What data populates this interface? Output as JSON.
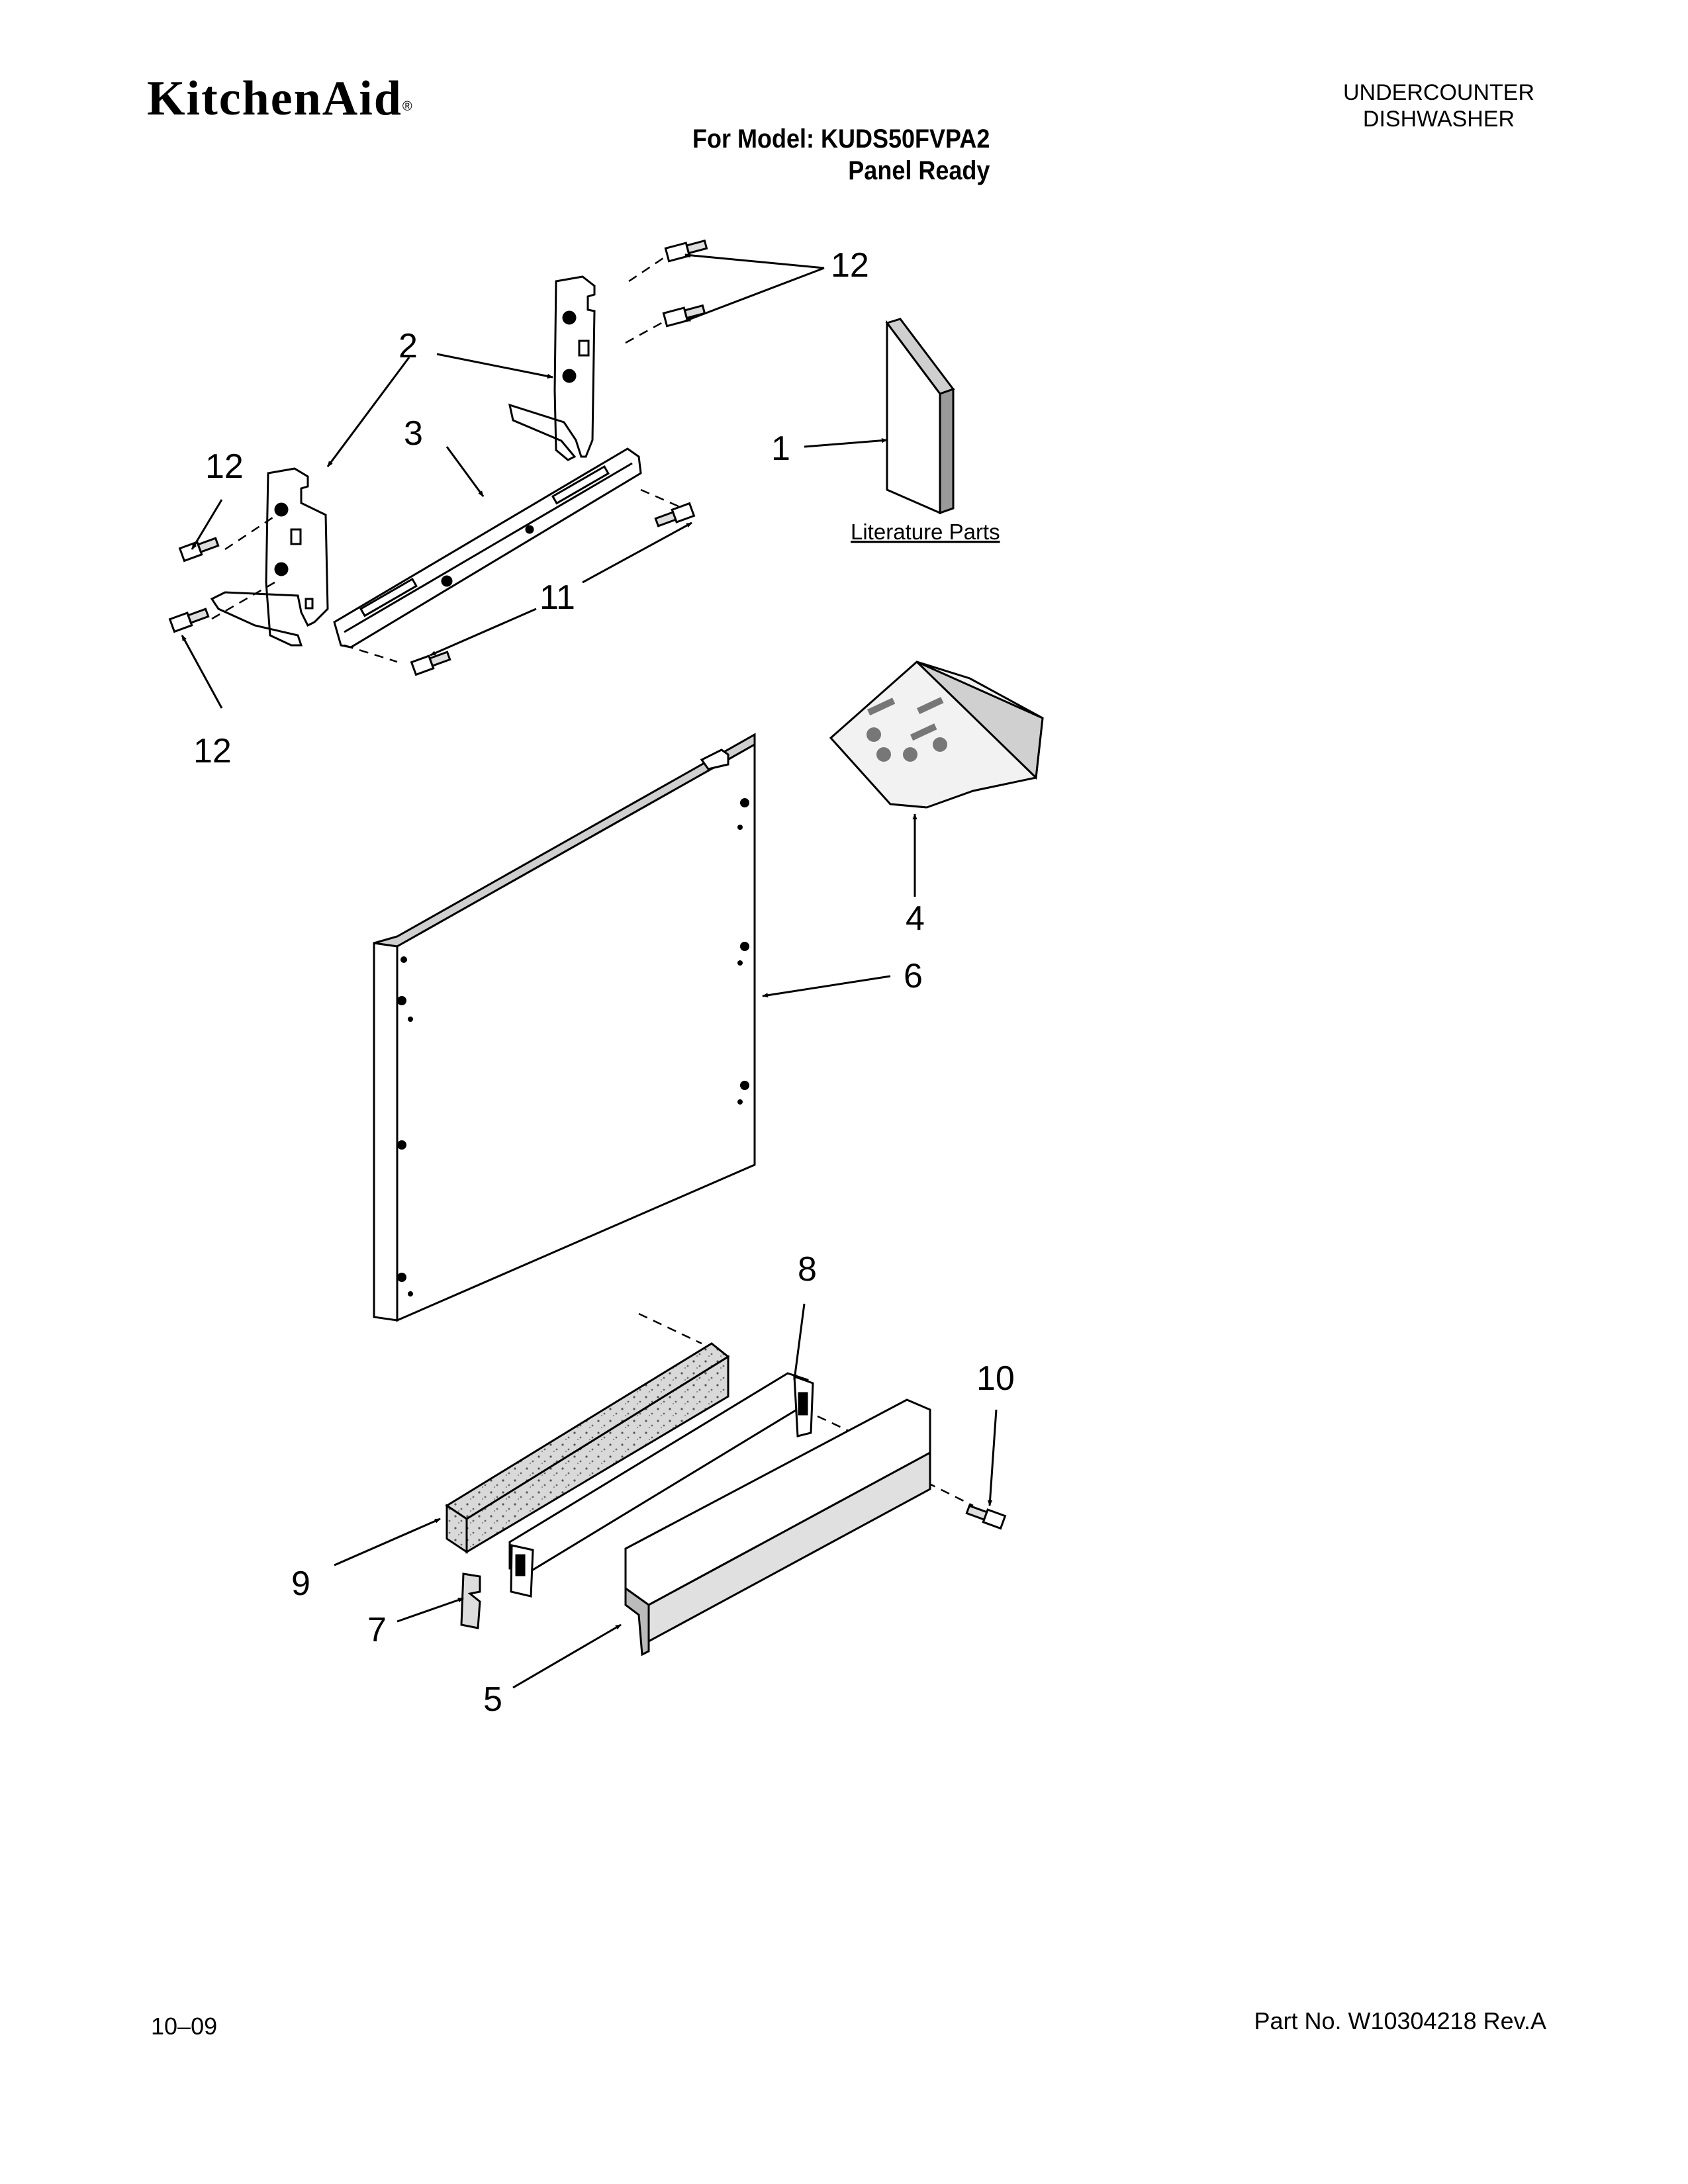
{
  "header": {
    "brand": "KitchenAid",
    "brand_mark": "®",
    "category_line1": "UNDERCOUNTER",
    "category_line2": "DISHWASHER",
    "model_line": "For Model: KUDS50FVPA2",
    "model_variant": "Panel Ready"
  },
  "diagram": {
    "callouts": {
      "c1": "1",
      "c2": "2",
      "c3": "3",
      "c4": "4",
      "c5": "5",
      "c6": "6",
      "c7": "7",
      "c8": "8",
      "c9": "9",
      "c10": "10",
      "c11": "11",
      "c12a": "12",
      "c12b": "12",
      "c12c": "12"
    },
    "literature_label": "Literature Parts"
  },
  "footer": {
    "date": "10–09",
    "part_no": "Part No. W10304218 Rev.A"
  }
}
